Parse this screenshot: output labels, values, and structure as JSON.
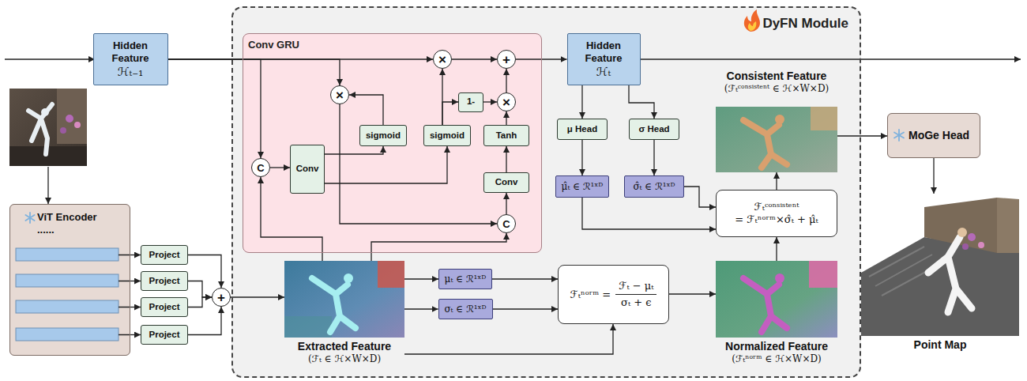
{
  "diagram": {
    "nodes": [
      {
        "text": [
          "Hidden Feature",
          "ℋₜ₋₁"
        ]
      },
      {
        "text": [
          "DyFN Module"
        ]
      },
      {
        "text": [
          "Conv GRU"
        ],
        "in": 1
      },
      {
        "text": [
          "×"
        ],
        "in": 2
      },
      {
        "text": [
          "+"
        ],
        "in": 2
      },
      {
        "text": [
          "×"
        ],
        "in": 2
      },
      {
        "text": [
          "sigmoid"
        ],
        "in": 2
      },
      {
        "text": [
          "sigmoid"
        ],
        "in": 2
      },
      {
        "text": [
          "1-"
        ],
        "in": 2
      },
      {
        "text": [
          "×"
        ],
        "in": 2
      },
      {
        "text": [
          "Tanh"
        ],
        "in": 2
      },
      {
        "text": [
          "C"
        ],
        "in": 2
      },
      {
        "text": [
          "Conv"
        ],
        "in": 2
      },
      {
        "text": [
          "Conv"
        ],
        "in": 2
      },
      {
        "text": [
          "C"
        ],
        "in": 2
      },
      {
        "text": [
          "Hidden Feature",
          "ℋₜ"
        ],
        "in": 1
      },
      {
        "text": [
          "μ Head"
        ],
        "in": 1
      },
      {
        "text": [
          "σ Head"
        ],
        "in": 1
      },
      {
        "text": [
          "μ̂ₜ ∈ ℛ¹ˣᴰ"
        ],
        "in": 1
      },
      {
        "text": [
          "σ̂ₜ ∈ ℛ¹ˣᴰ"
        ],
        "in": 1
      },
      {
        "text": [
          "Consistent Feature",
          "(ℱₜᶜᵒⁿˢⁱˢᵗᵉⁿᵗ ∈ ℋ×W×D)"
        ],
        "in": 1
      },
      {
        "text": [
          "ℱₜᶜᵒⁿˢⁱˢᵗᵉⁿᵗ",
          "= ℱₜⁿᵒʳᵐ×σ̂ₜ + μ̂ₜ"
        ],
        "in": 1
      },
      {
        "text": [
          "Extracted Feature",
          "(ℱₜ ∈ ℋ×W×D)"
        ],
        "in": 1
      },
      {
        "text": [
          "μₜ ∈ ℛ¹ˣᴰ"
        ],
        "in": 1
      },
      {
        "text": [
          "σₜ ∈ ℛ¹ˣᴰ"
        ],
        "in": 1
      },
      {
        "text": [
          "ℱₜⁿᵒʳᵐ =",
          "ℱₜ − μₜ",
          "σₜ + ϵ"
        ],
        "in": 1
      },
      {
        "text": [
          "Normalized Feature",
          "(ℱₜⁿᵒʳᵐ ∈ ℋ×W×D)"
        ],
        "in": 1
      },
      {
        "text": [
          "ViT Encoder",
          "......"
        ]
      },
      {
        "text": [
          "Project"
        ]
      },
      {
        "text": [
          "Project"
        ]
      },
      {
        "text": [
          "Project"
        ]
      },
      {
        "text": [
          "Project"
        ]
      },
      {
        "text": [
          "+"
        ]
      },
      {
        "text": [
          "MoGe Head"
        ]
      },
      {
        "text": [
          "Point Map"
        ]
      }
    ],
    "edges": [
      {
        "from": 0,
        "to": 3,
        "arrow": "to"
      },
      {
        "from": 0,
        "to": 5,
        "arrow": "to"
      },
      {
        "from": 0,
        "to": 11,
        "arrow": "to"
      },
      {
        "from": 3,
        "to": 4,
        "arrow": "to"
      },
      {
        "from": 4,
        "to": 15,
        "arrow": "to"
      },
      {
        "from": 15,
        "to": 16,
        "arrow": "to"
      },
      {
        "from": 15,
        "to": 17,
        "arrow": "to"
      },
      {
        "from": 16,
        "to": 18,
        "arrow": "to"
      },
      {
        "from": 17,
        "to": 19,
        "arrow": "to"
      },
      {
        "from": 18,
        "to": 21,
        "arrow": "to"
      },
      {
        "from": 19,
        "to": 21,
        "arrow": "to"
      },
      {
        "from": 11,
        "to": 12,
        "arrow": "to"
      },
      {
        "from": 12,
        "to": 6,
        "arrow": "to"
      },
      {
        "from": 12,
        "to": 7,
        "arrow": "to"
      },
      {
        "from": 6,
        "to": 5,
        "arrow": "to"
      },
      {
        "from": 7,
        "to": 3,
        "arrow": "to"
      },
      {
        "from": 7,
        "to": 8,
        "arrow": "to"
      },
      {
        "from": 8,
        "to": 9,
        "arrow": "to"
      },
      {
        "from": 10,
        "to": 9,
        "arrow": "to"
      },
      {
        "from": 13,
        "to": 10,
        "arrow": "to"
      },
      {
        "from": 14,
        "to": 13,
        "arrow": "to"
      },
      {
        "from": 9,
        "to": 4,
        "arrow": "to"
      },
      {
        "from": 5,
        "to": 14,
        "arrow": "to"
      },
      {
        "from": 22,
        "to": 11,
        "arrow": "to"
      },
      {
        "from": 22,
        "to": 14,
        "arrow": "to"
      },
      {
        "from": 22,
        "to": 23,
        "arrow": "to"
      },
      {
        "from": 22,
        "to": 24,
        "arrow": "to"
      },
      {
        "from": 22,
        "to": 25,
        "arrow": "to"
      },
      {
        "from": 23,
        "to": 25,
        "arrow": "to"
      },
      {
        "from": 24,
        "to": 25,
        "arrow": "to"
      },
      {
        "from": 25,
        "to": 26,
        "arrow": "to"
      },
      {
        "from": 26,
        "to": 21,
        "arrow": "to"
      },
      {
        "from": 21,
        "to": 20,
        "arrow": "to"
      },
      {
        "from": 20,
        "to": 33,
        "arrow": "to"
      },
      {
        "from": 33,
        "to": 34,
        "arrow": "to"
      },
      {
        "from": 27,
        "to": 28,
        "arrow": "to"
      },
      {
        "from": 27,
        "to": 29,
        "arrow": "to"
      },
      {
        "from": 27,
        "to": 30,
        "arrow": "to"
      },
      {
        "from": 27,
        "to": 31,
        "arrow": "to"
      },
      {
        "from": 28,
        "to": 32,
        "arrow": "to"
      },
      {
        "from": 29,
        "to": 32,
        "arrow": "to"
      },
      {
        "from": 30,
        "to": 32,
        "arrow": "to"
      },
      {
        "from": 31,
        "to": 32,
        "arrow": "to"
      },
      {
        "from": 32,
        "to": 22,
        "arrow": "to"
      }
    ]
  }
}
